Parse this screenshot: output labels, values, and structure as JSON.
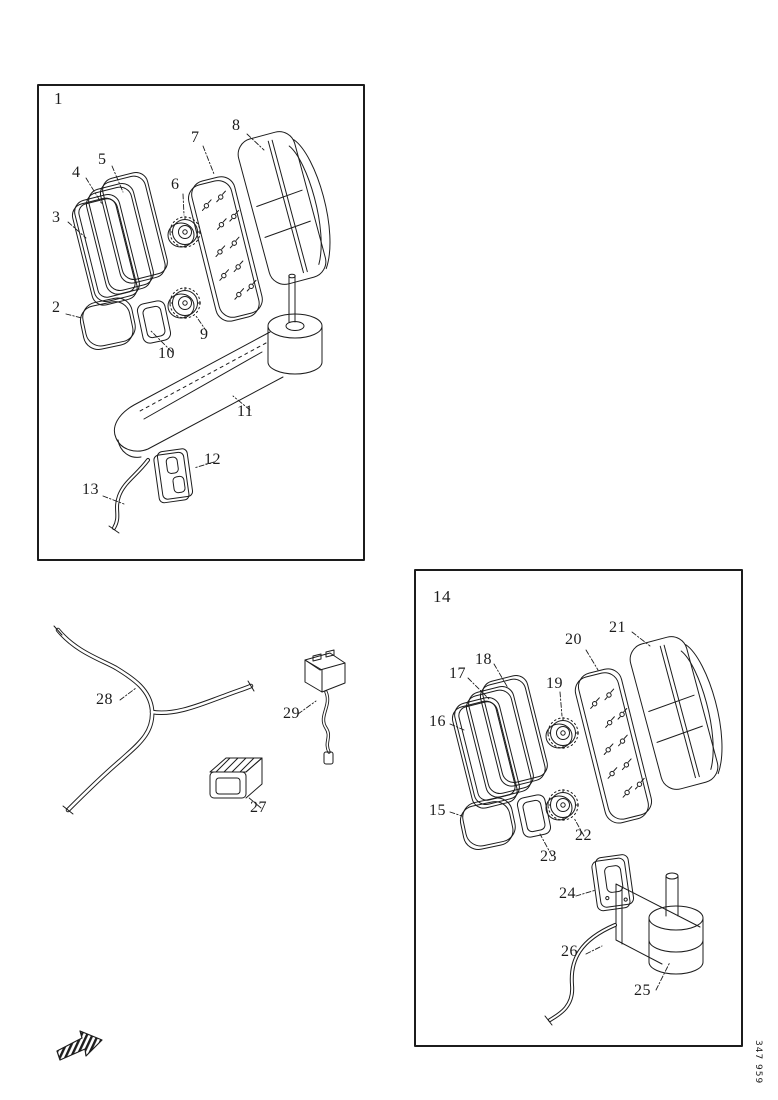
{
  "colors": {
    "paper": "#ffffff",
    "ink": "#1c1c1c"
  },
  "figure1": {
    "label": "1"
  },
  "figure14": {
    "label": "14"
  },
  "callouts": {
    "1": "1",
    "2": "2",
    "3": "3",
    "4": "4",
    "5": "5",
    "6": "6",
    "7": "7",
    "8": "8",
    "9": "9",
    "10": "10",
    "11": "11",
    "12": "12",
    "13": "13",
    "14": "14",
    "15": "15",
    "16": "16",
    "17": "17",
    "18": "18",
    "19": "19",
    "20": "20",
    "21": "21",
    "22": "22",
    "23": "23",
    "24": "24",
    "25": "25",
    "26": "26",
    "27": "27",
    "28": "28",
    "29": "29"
  },
  "corner_code": "347 959"
}
